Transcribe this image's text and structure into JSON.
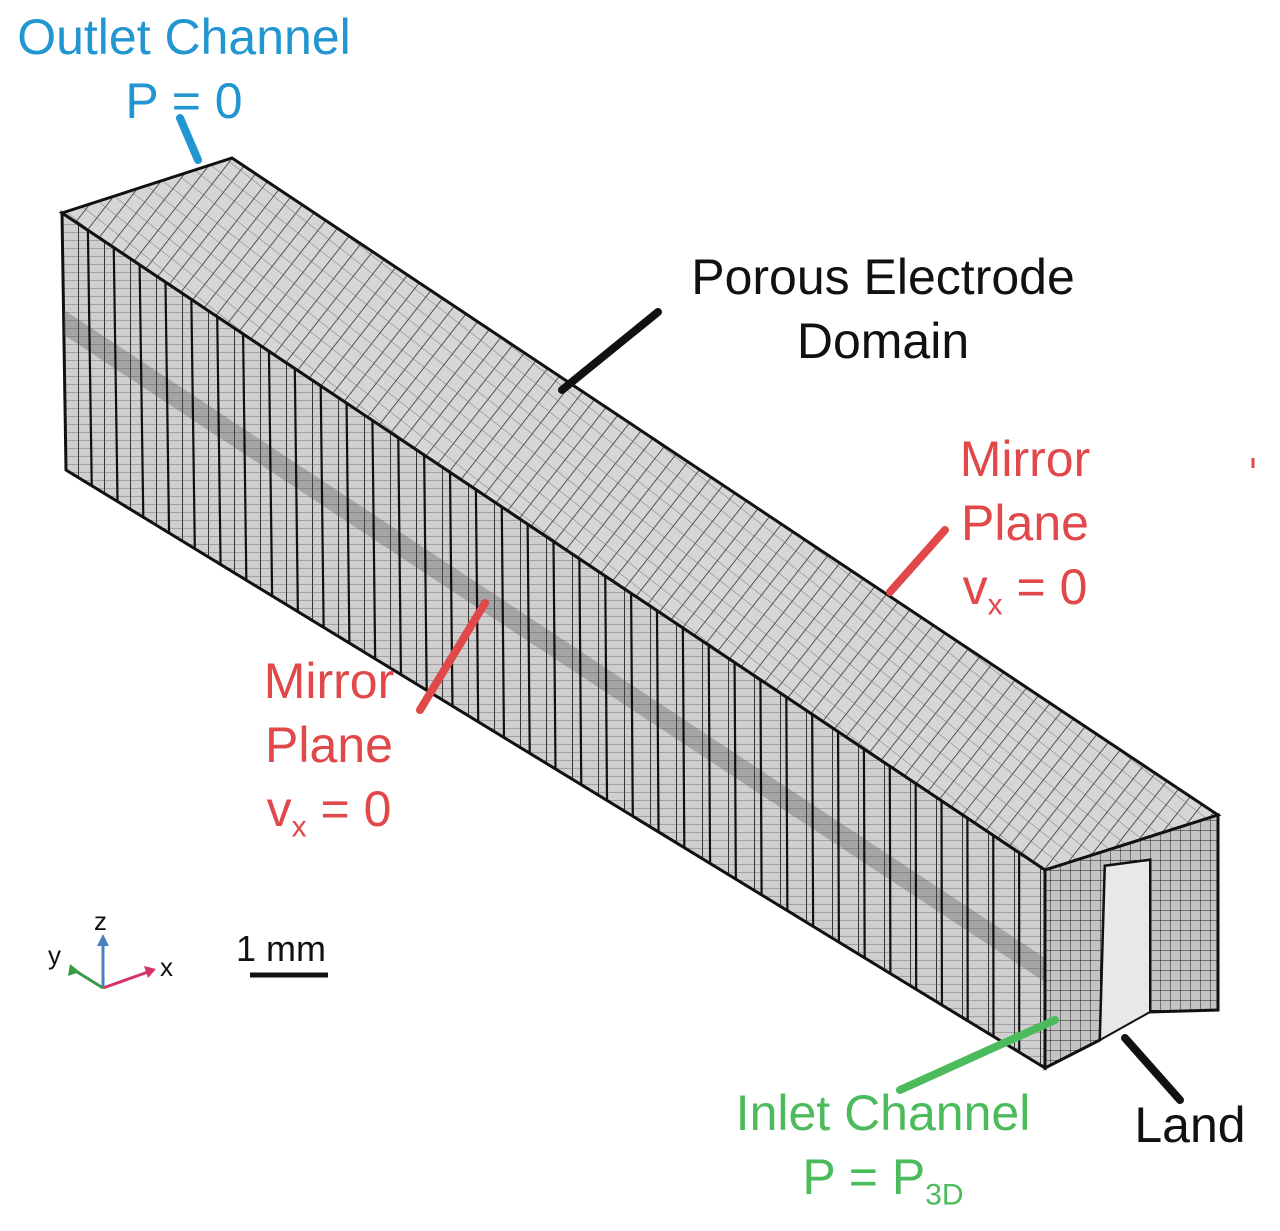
{
  "labels": {
    "outlet": {
      "line1": "Outlet Channel",
      "line2": "P = 0"
    },
    "porous": {
      "line1": "Porous Electrode",
      "line2": "Domain"
    },
    "mirror_right": {
      "line1": "Mirror",
      "line2": "Plane",
      "line3_base": "v",
      "line3_sub": "x",
      "line3_rest": " = 0"
    },
    "mirror_left": {
      "line1": "Mirror",
      "line2": "Plane",
      "line3_base": "v",
      "line3_sub": "x",
      "line3_rest": " = 0"
    },
    "inlet": {
      "line1": "Inlet Channel",
      "line2_base": "P = P",
      "line2_sub": "3D"
    },
    "land": "Land"
  },
  "scale_bar": {
    "label": "1 mm"
  },
  "axes": {
    "x": "x",
    "y": "y",
    "z": "z"
  },
  "colors": {
    "outlet": "#2196d0",
    "mirror": "#e0484a",
    "inlet": "#4cbb5c",
    "porous": "#111111",
    "mesh": "#222222"
  }
}
